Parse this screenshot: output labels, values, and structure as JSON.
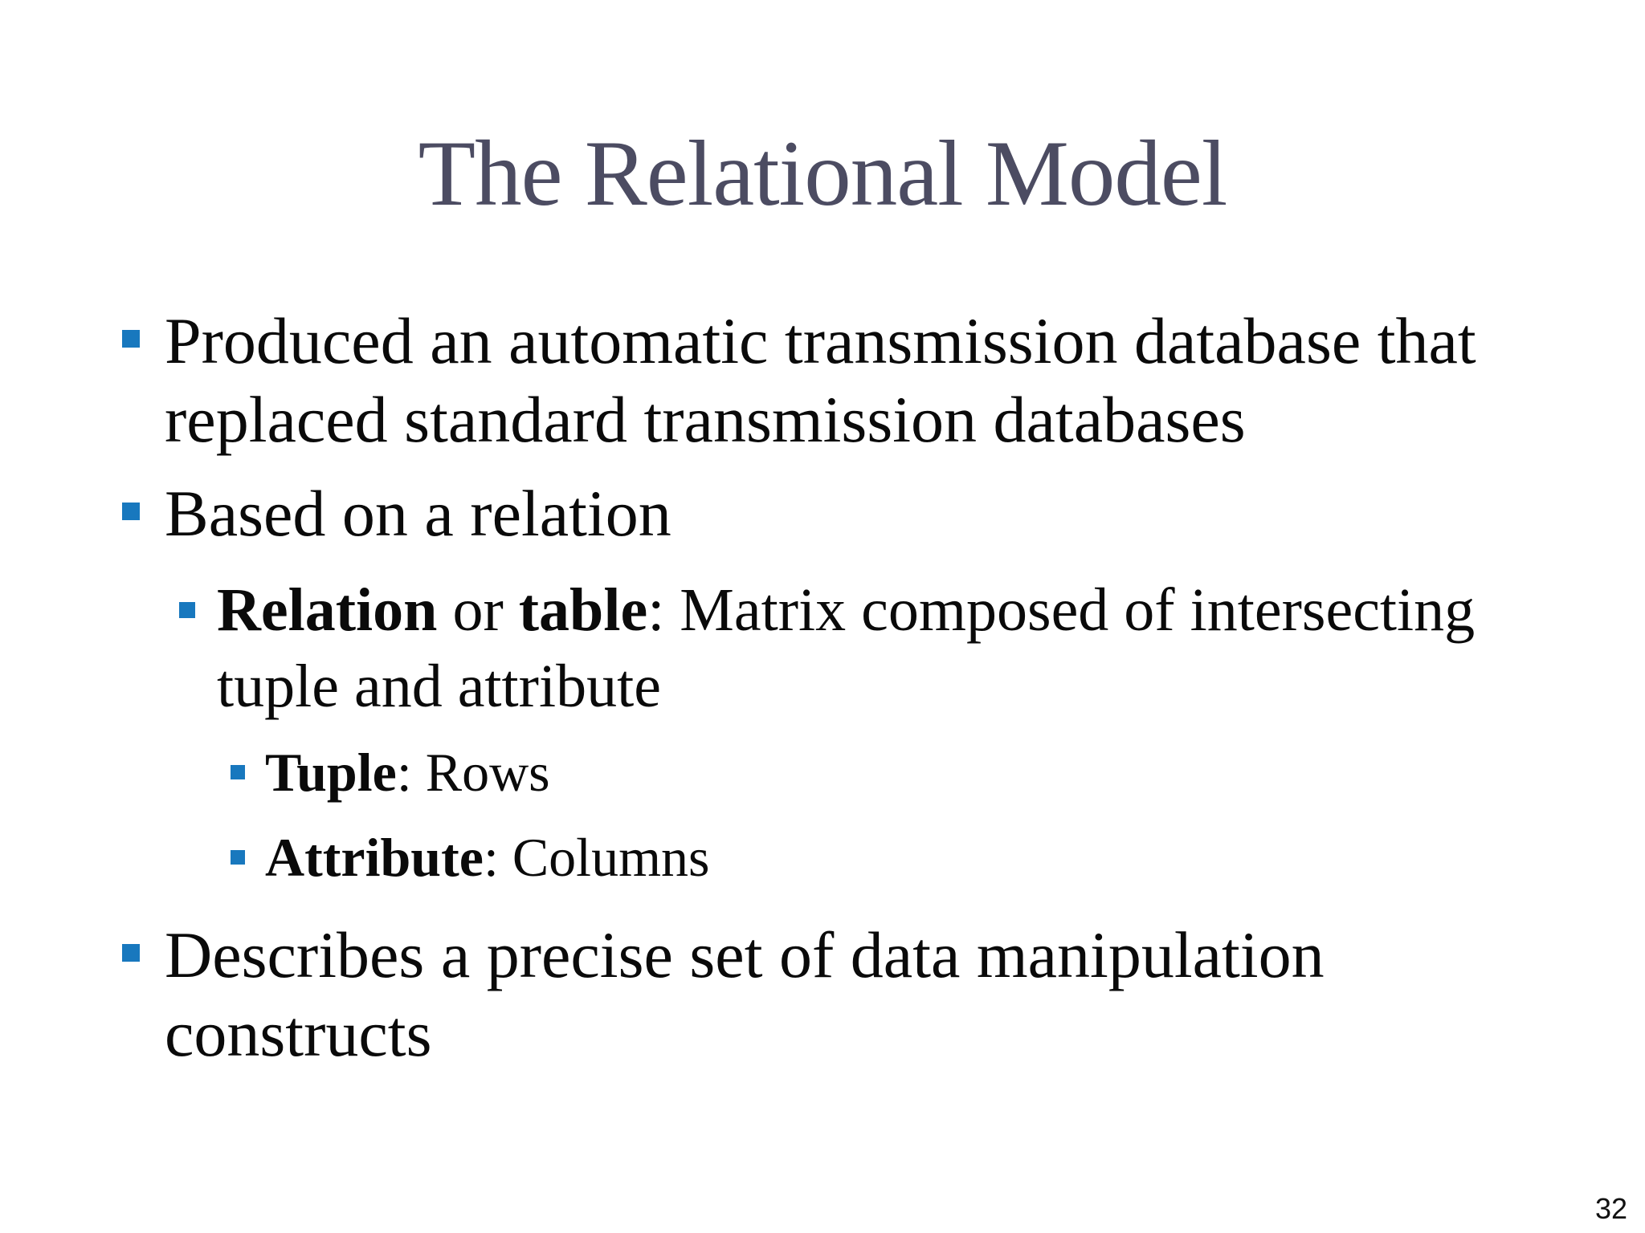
{
  "slide": {
    "title": "The Relational Model",
    "page_number": "32",
    "colors": {
      "title_text": "#4C4C62",
      "body_text": "#0A0A0A",
      "bullet_marker": "#1878BE",
      "background": "#FFFFFF"
    },
    "bullets": [
      {
        "level": 1,
        "segments": [
          {
            "bold": false,
            "text": "Produced an automatic transmission database that\nreplaced standard transmission databases"
          }
        ]
      },
      {
        "level": 1,
        "segments": [
          {
            "bold": false,
            "text": "Based on a relation"
          }
        ]
      },
      {
        "level": 2,
        "segments": [
          {
            "bold": true,
            "text": "Relation"
          },
          {
            "bold": false,
            "text": " or "
          },
          {
            "bold": true,
            "text": "table"
          },
          {
            "bold": false,
            "text": ": Matrix composed of intersecting\ntuple and attribute"
          }
        ]
      },
      {
        "level": 3,
        "segments": [
          {
            "bold": true,
            "text": "Tuple"
          },
          {
            "bold": false,
            "text": ": Rows"
          }
        ]
      },
      {
        "level": 3,
        "segments": [
          {
            "bold": true,
            "text": "Attribute"
          },
          {
            "bold": false,
            "text": ": Columns"
          }
        ]
      },
      {
        "level": 1,
        "segments": [
          {
            "bold": false,
            "text": "Describes a precise set of data manipulation\nconstructs"
          }
        ]
      }
    ]
  }
}
